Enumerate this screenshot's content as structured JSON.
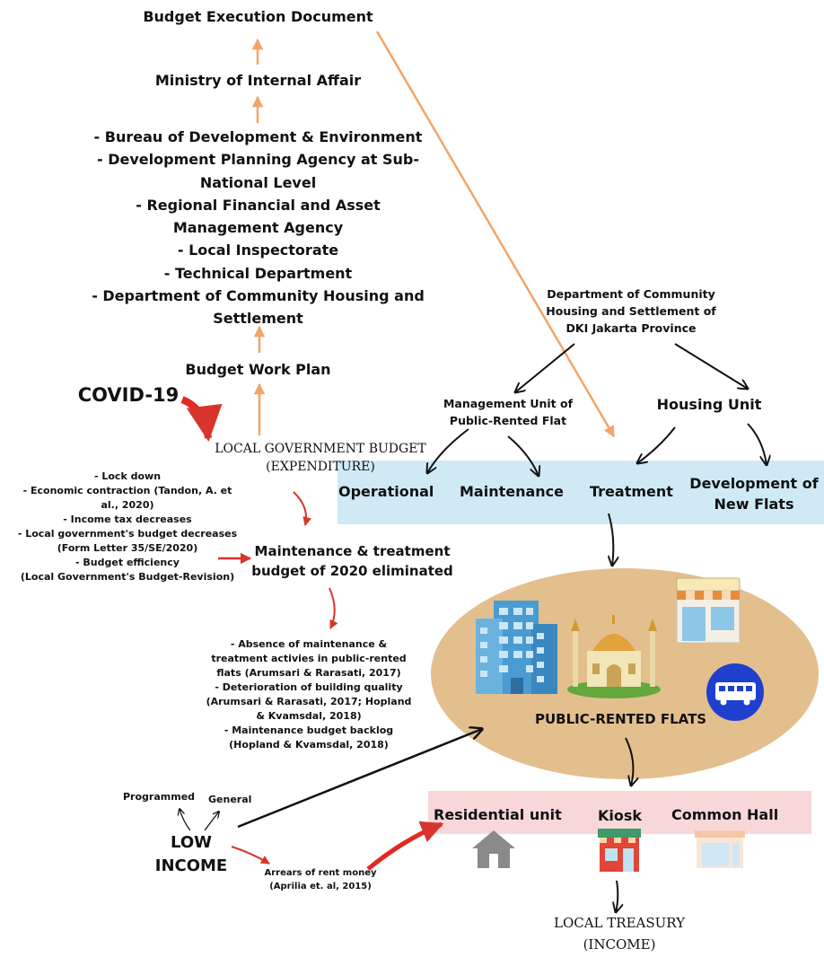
{
  "top": {
    "budget_execution": "Budget Execution Document",
    "ministry": "Ministry of Internal Affair",
    "agencies": [
      "- Bureau of Development & Environment",
      "- Development Planning Agency at Sub-",
      "National Level",
      "- Regional Financial and Asset",
      "Management Agency",
      "- Local Inspectorate",
      "- Technical Department",
      "- Department of Community Housing and",
      "Settlement"
    ],
    "budget_work_plan": "Budget Work Plan",
    "covid": "COVID-19",
    "local_budget": [
      "LOCAL GOVERNMENT BUDGET",
      "(EXPENDITURE)"
    ]
  },
  "left": {
    "impacts": [
      "- Lock down",
      "- Economic contraction (Tandon, A. et",
      "al., 2020)",
      "- Income tax decreases",
      "- Local government's budget decreases",
      "(Form Letter 35/SE/2020)",
      "- Budget efficiency",
      "(Local Government's Budget-Revision)"
    ],
    "eliminated": [
      "Maintenance & treatment",
      "budget of 2020 eliminated"
    ],
    "consequences": [
      "- Absence of maintenance &",
      "treatment activies in public-rented",
      "flats (Arumsari & Rarasati, 2017)",
      "- Deterioration of building quality",
      "(Arumsari & Rarasati, 2017; Hopland",
      "& Kvamsdal, 2018)",
      "- Maintenance budget backlog",
      "(Hopland & Kvamsdal, 2018)"
    ],
    "programmed": "Programmed",
    "general": "General",
    "low_income": [
      "LOW",
      "INCOME"
    ],
    "arrears": [
      "Arrears of rent money",
      "(Aprilia et. al, 2015)"
    ]
  },
  "right": {
    "department": [
      "Department of Community",
      "Housing and Settlement of",
      "DKI Jakarta Province"
    ],
    "management_unit": [
      "Management Unit of",
      "Public-Rented Flat"
    ],
    "housing_unit": "Housing Unit",
    "activities": {
      "operational": "Operational",
      "maintenance": "Maintenance",
      "treatment": "Treatment",
      "development": [
        "Development of",
        "New Flats"
      ]
    },
    "flats_label": "PUBLIC-RENTED FLATS",
    "facilities": {
      "residential": "Residential unit",
      "kiosk": "Kiosk",
      "common_hall": "Common Hall"
    },
    "treasury": [
      "LOCAL TREASURY",
      "(INCOME)"
    ]
  },
  "icons": [
    "building-icon",
    "mosque-icon",
    "shop-icon",
    "bus-icon",
    "house-icon",
    "kiosk-icon",
    "hall-icon"
  ],
  "colors": {
    "orange_arrow": "#f2a46a",
    "red_arrow": "#d9342b",
    "activities_band": "#cfeaf4",
    "facilities_band": "#f8d7d8",
    "flats_ellipse": "#e3bf8e",
    "bus_circle": "#1f3fcf"
  }
}
